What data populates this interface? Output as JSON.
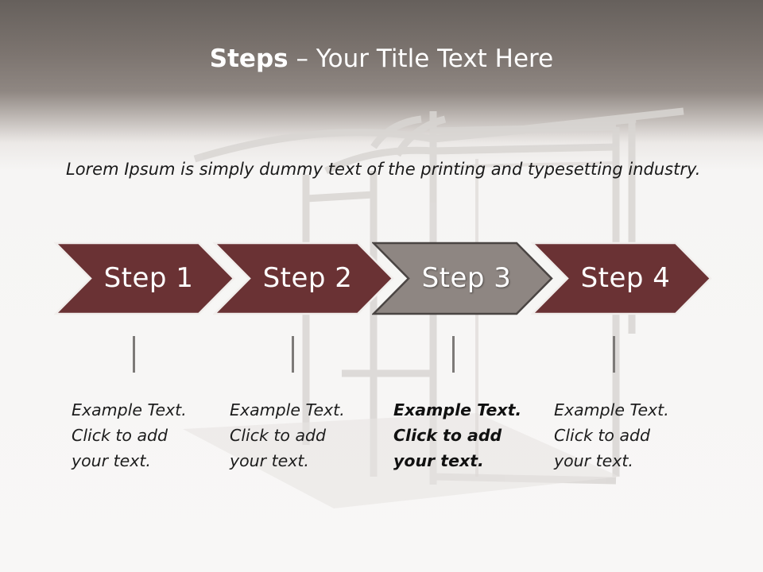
{
  "title": {
    "bold_part": "Steps",
    "rest": " – Your Title Text Here"
  },
  "intro": "Lorem Ipsum is simply dummy text of the printing and typesetting industry.",
  "colors": {
    "step_fill": "#6a3234",
    "step_highlight_fill": "#8e8682",
    "step_stroke": "#f1eeec",
    "header_dark": "#66605c"
  },
  "background": {
    "image_icon": "bus-shelter-illustration"
  },
  "steps": [
    {
      "label": "Step 1",
      "highlighted": false
    },
    {
      "label": "Step 2",
      "highlighted": false
    },
    {
      "label": "Step 3",
      "highlighted": true
    },
    {
      "label": "Step 4",
      "highlighted": false
    }
  ],
  "notes": [
    {
      "line1": "Example Text.",
      "line2": "Click  to add",
      "line3": "your text.",
      "bold": false
    },
    {
      "line1": "Example Text.",
      "line2": "Click  to add",
      "line3": "your text.",
      "bold": false
    },
    {
      "line1": "Example Text.",
      "line2": "Click  to add",
      "line3": "your text.",
      "bold": true
    },
    {
      "line1": "Example Text.",
      "line2": "Click  to add",
      "line3": "your text.",
      "bold": false
    }
  ]
}
